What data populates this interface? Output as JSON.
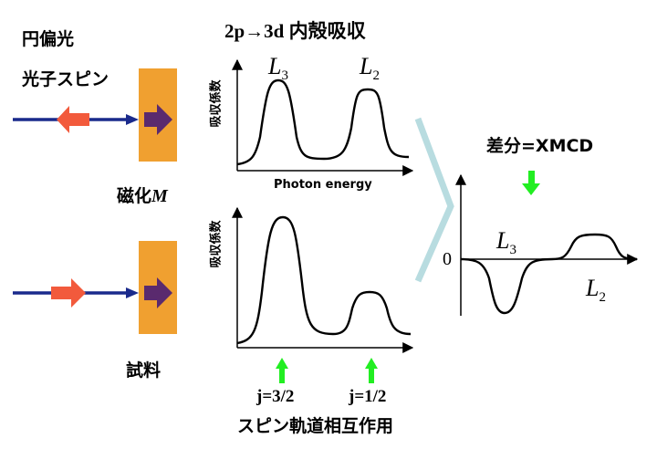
{
  "colors": {
    "sample": "#f0a030",
    "beam": "#1a2a8c",
    "arrow_red": "#f25a3c",
    "spin_purple": "#5a2a6e",
    "green": "#22ee22",
    "bracket": "#b8dce0",
    "curve": "#000000"
  },
  "labels": {
    "circular_polarization": "円偏光",
    "photon_spin": "光子スピン",
    "magnetization_prefix": "磁化",
    "magnetization_symbol": "M",
    "sample": "試料",
    "title": "2p→3d 内殻吸収",
    "absorption_ylabel_top": "吸収係数",
    "absorption_ylabel_bottom": "吸収係数",
    "photon_energy": "Photon energy",
    "j_32": "j=3/2",
    "j_12": "j=1/2",
    "spin_orbit": "スピン軌道相互作用",
    "difference": "差分=XMCD",
    "zero": "0",
    "peak_L3_top_letter": "L",
    "peak_L3_top_sub": "3",
    "peak_L2_top_letter": "L",
    "peak_L2_top_sub": "2",
    "xmcd_L3_letter": "L",
    "xmcd_L3_sub": "3",
    "xmcd_L2_letter": "L",
    "xmcd_L2_sub": "2"
  }
}
